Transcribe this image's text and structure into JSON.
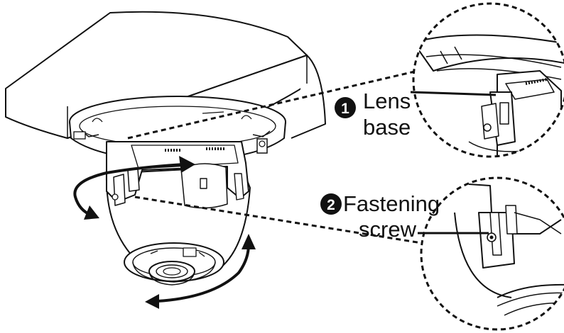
{
  "callouts": [
    {
      "number": "1",
      "line1": "Lens",
      "line2": "base"
    },
    {
      "number": "2",
      "line1": "Fastening",
      "line2": "screw"
    }
  ],
  "colors": {
    "ink": "#111111",
    "paper": "#ffffff"
  }
}
